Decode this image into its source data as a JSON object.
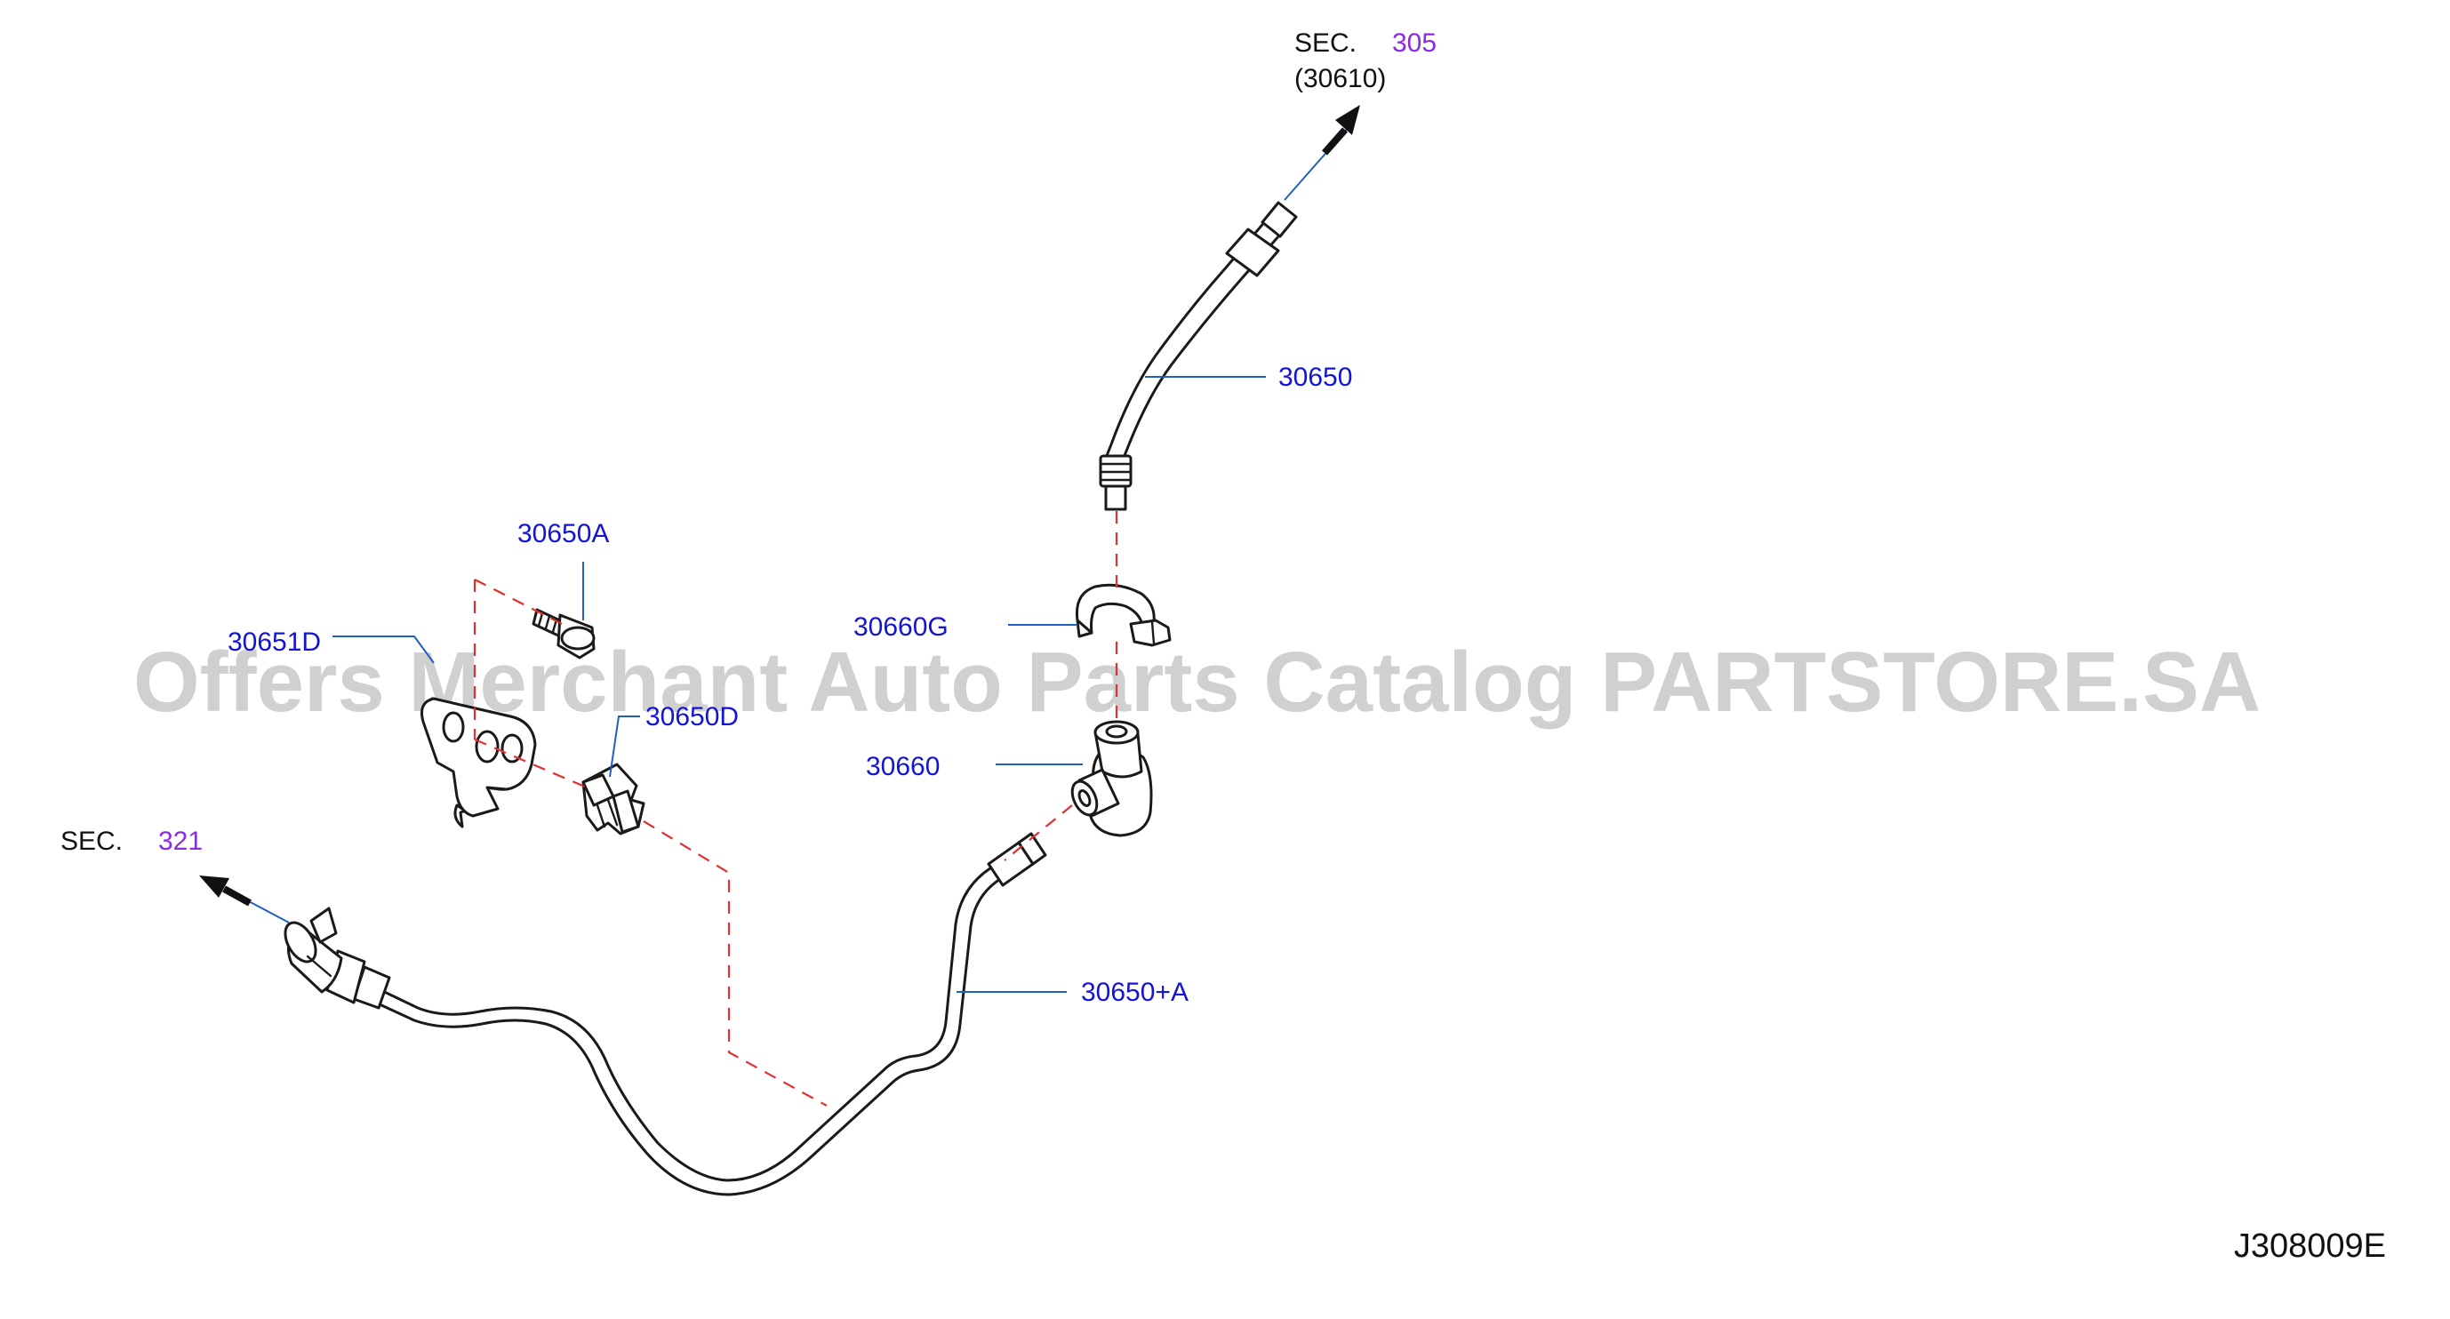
{
  "diagram": {
    "code": "J308009E",
    "watermark": "Offers Merchant Auto Parts Catalog PARTSTORE.SA",
    "sections": [
      {
        "prefix": "SEC.",
        "number": "305",
        "sub": "(30610)"
      },
      {
        "prefix": "SEC.",
        "number": "321"
      }
    ],
    "labels": {
      "hose_upper": "30650",
      "bolt": "30650A",
      "bracket": "30651D",
      "clip": "30650D",
      "clamp": "30660G",
      "valve": "30660",
      "hose_lower": "30650+A"
    },
    "colors": {
      "label": "#1414d2",
      "section_number": "#8a2be2",
      "leader": "#1f5fbf",
      "assembly_line": "#e03030"
    }
  }
}
